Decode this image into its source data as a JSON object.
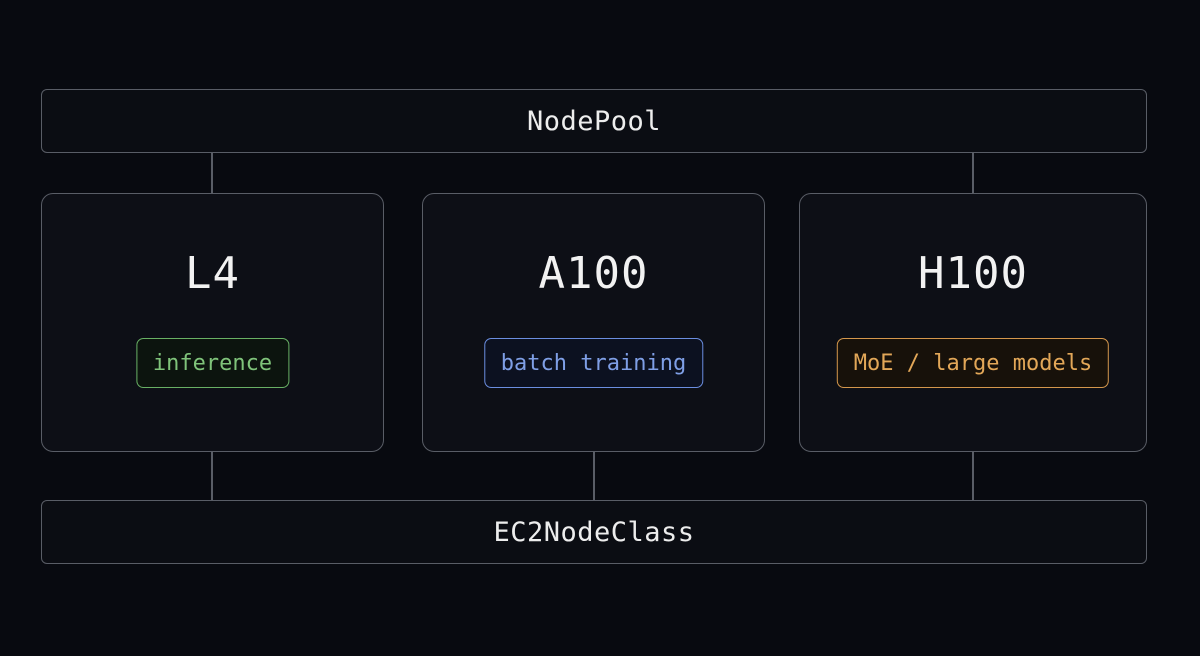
{
  "nodepool": {
    "label": "NodePool"
  },
  "nodeclass": {
    "label": "EC2NodeClass"
  },
  "gpus": [
    {
      "name": "L4",
      "use": "inference",
      "color": "#7fc37a"
    },
    {
      "name": "A100",
      "use": "batch training",
      "color": "#7f9fe6"
    },
    {
      "name": "H100",
      "use": "MoE / large models",
      "color": "#e2a758"
    }
  ]
}
